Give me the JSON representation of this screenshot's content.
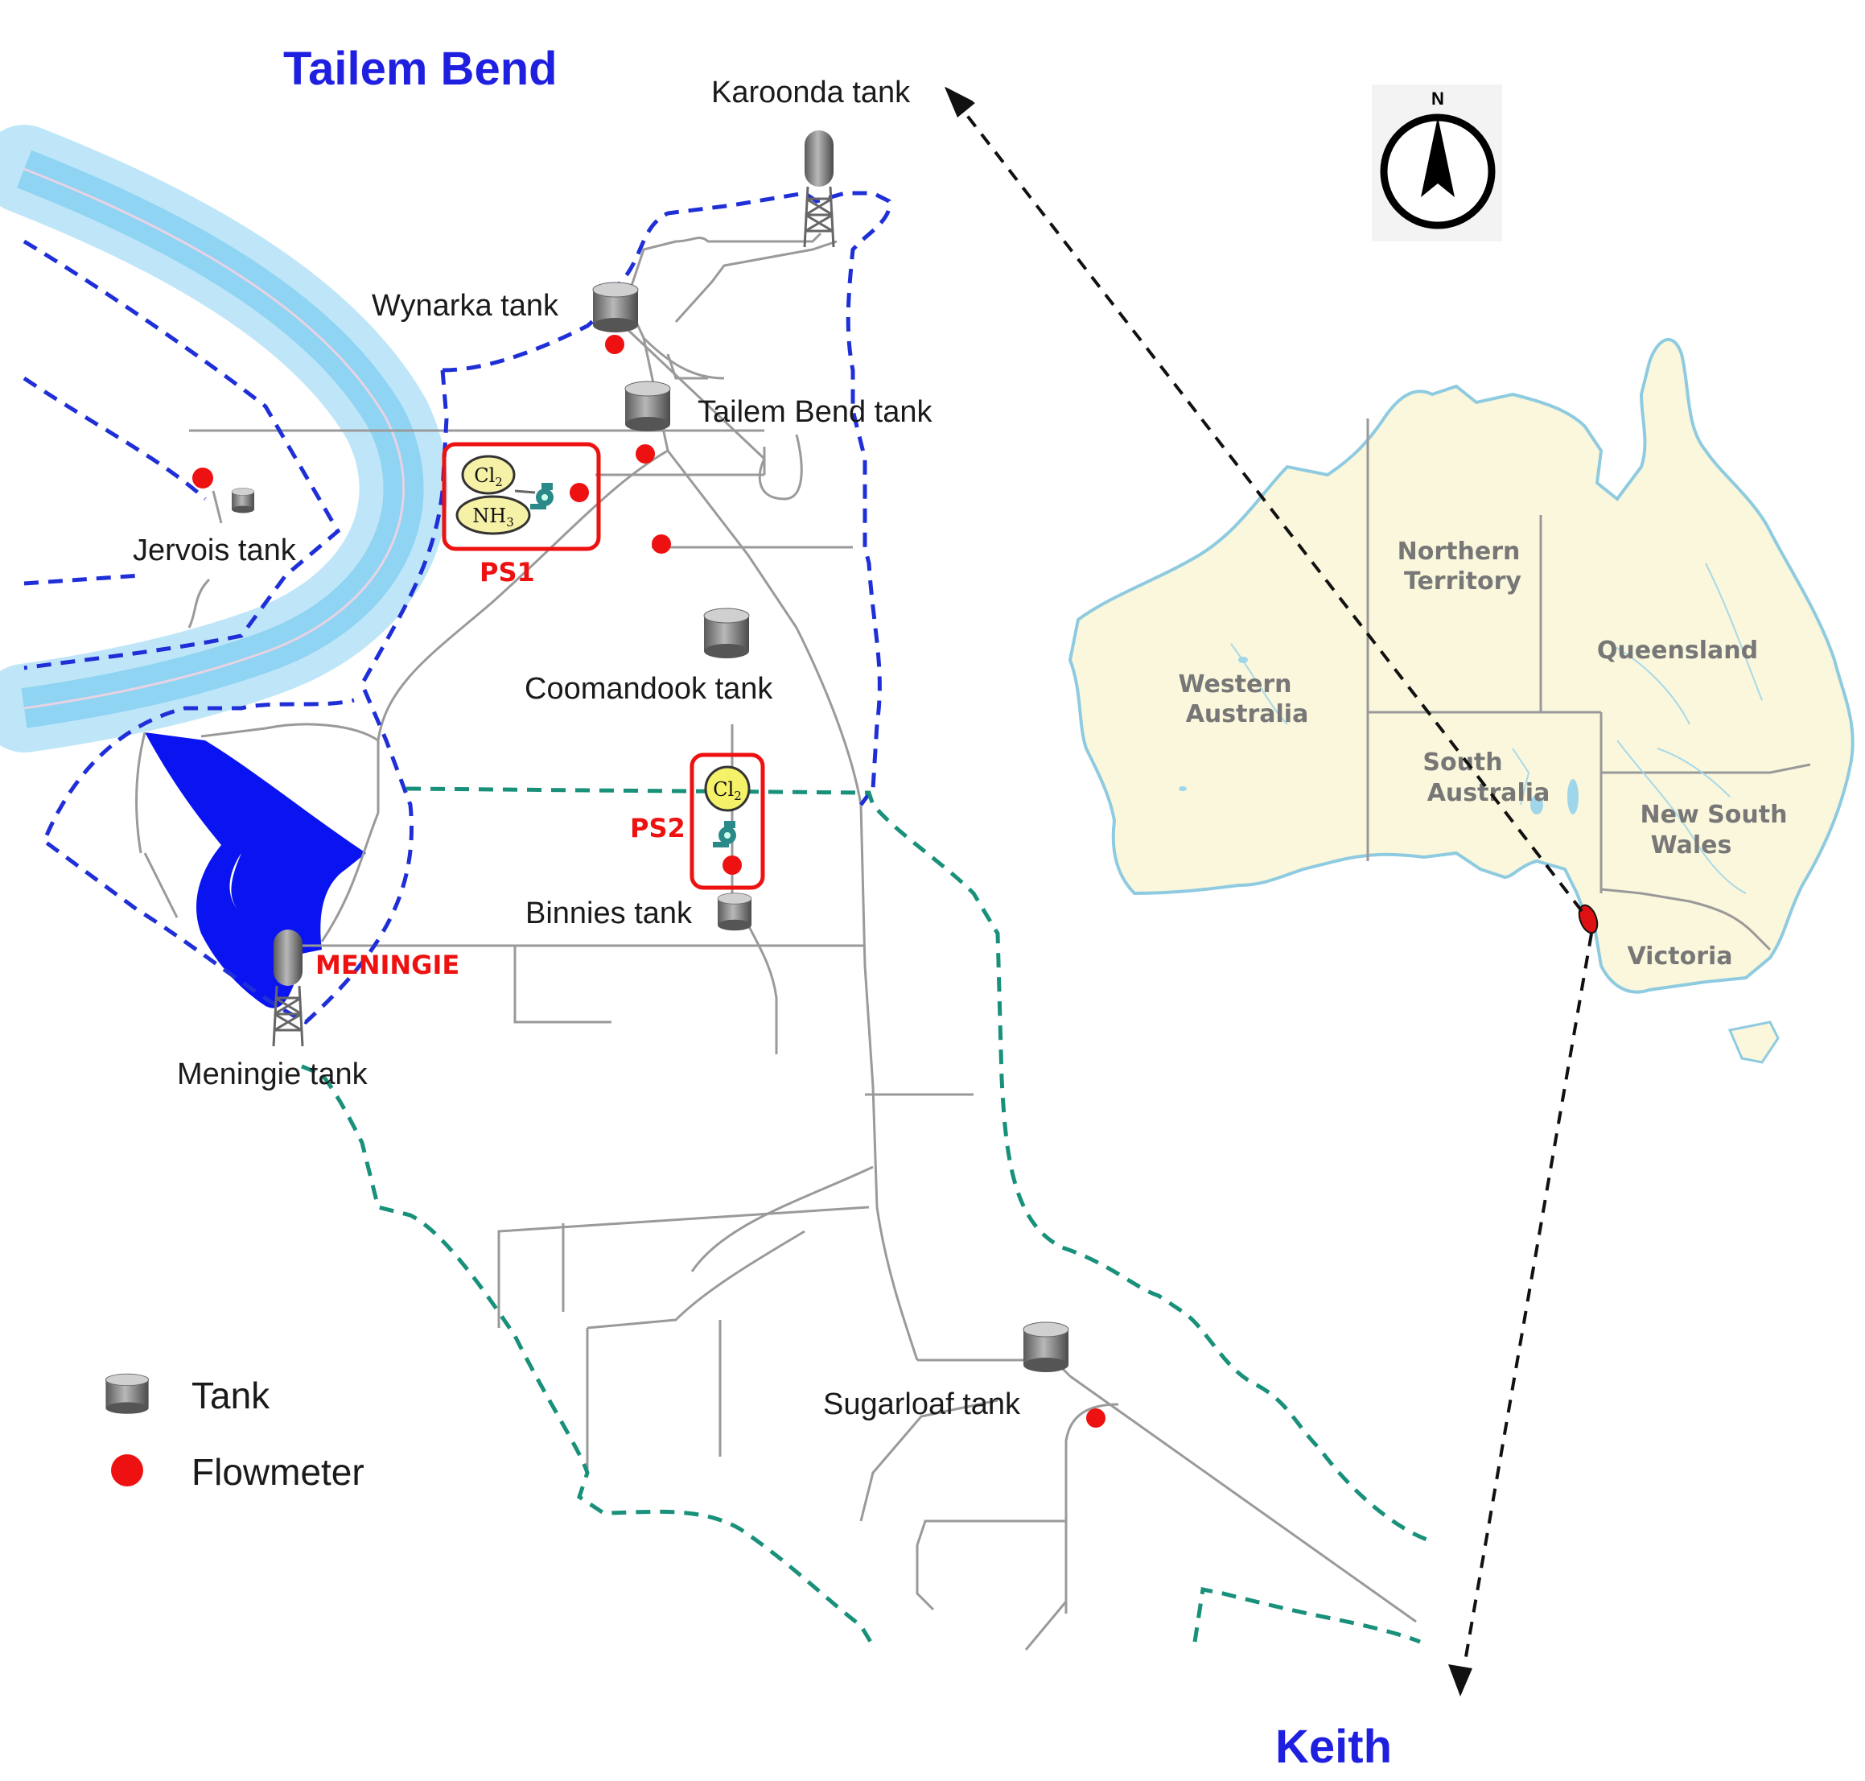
{
  "places": {
    "tailem_bend": "Tailem Bend",
    "keith": "Keith",
    "meningie": "MENINGIE"
  },
  "tanks": {
    "karoonda": "Karoonda tank",
    "wynarka": "Wynarka tank",
    "tailem_bend": "Tailem Bend tank",
    "jervois": "Jervois tank",
    "coomandook": "Coomandook tank",
    "binnies": "Binnies tank",
    "meningie": "Meningie tank",
    "sugarloaf": "Sugarloaf tank"
  },
  "stations": {
    "ps1": "PS1",
    "ps2": "PS2"
  },
  "chemicals": {
    "cl2": "Cl2",
    "nh3": "NH3"
  },
  "compass": {
    "north": "N"
  },
  "states": {
    "nt": [
      "Northern",
      "Territory"
    ],
    "qld": "Queensland",
    "wa": [
      "Western",
      "Australia"
    ],
    "sa": [
      "South",
      "Australia"
    ],
    "nsw": [
      "New South",
      "Wales"
    ],
    "vic": "Victoria"
  },
  "legend": {
    "tank": "Tank",
    "flowmeter": "Flowmeter"
  },
  "colors": {
    "city_label": "#1f1fe0",
    "station_label": "#ee1111",
    "flowmeter": "#ee1111",
    "boundary_blue": "#1f2fd8",
    "boundary_green": "#18907a",
    "lake": "#0a14f0",
    "land": "#fbf7dc"
  },
  "icons": [
    "tank-icon",
    "flowmeter-icon",
    "compass-icon",
    "pump-icon",
    "water-tower-icon"
  ]
}
